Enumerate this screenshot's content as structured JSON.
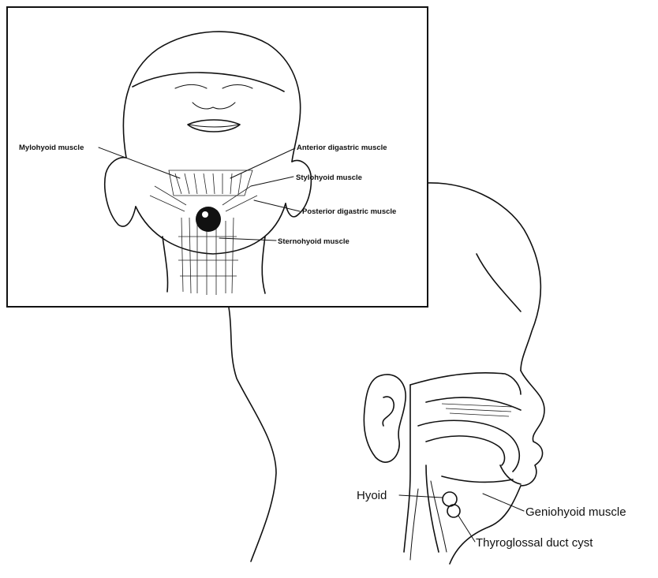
{
  "inset": {
    "labels": {
      "mylohyoid": "Mylohyoid muscle",
      "anterior_digastric": "Anterior digastric muscle",
      "stylohyoid": "Stylohyoid muscle",
      "posterior_digastric": "Posterior digastric muscle",
      "sternohyoid": "Sternohyoid muscle"
    }
  },
  "profile": {
    "labels": {
      "hyoid": "Hyoid",
      "geniohyoid": "Geniohyoid muscle",
      "thyroglossal": "Thyroglossal duct cyst"
    }
  }
}
